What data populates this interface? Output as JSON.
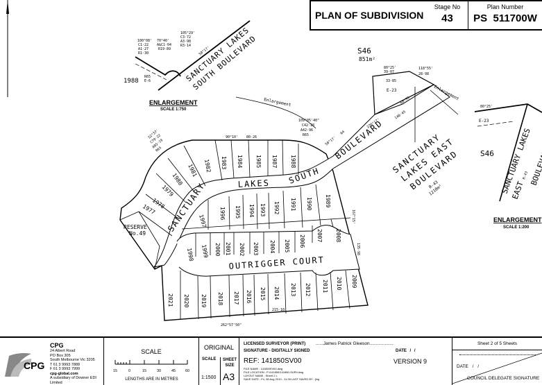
{
  "header": {
    "title": "PLAN OF SUBDIVISION",
    "stage_label": "Stage No",
    "stage_value": "43",
    "plan_label": "Plan Number",
    "plan_prefix": "PS",
    "plan_value": "511700W"
  },
  "plan": {
    "roads": {
      "slsb_word1": "SANCTUARY",
      "slsb_word2": "LAKES",
      "slsb_word3": "SOUTH",
      "slsb_word4": "BOULEVARD",
      "outrigger": "OUTRIGGER  COURT",
      "sleb_1": "SANCTUARY",
      "sleb_2": "LAKES EAST",
      "sleb_3": "BOULEVARD",
      "sleb_r": "R-43",
      "sleb_area": "1210m²"
    },
    "reserve_1": "RESERVE",
    "reserve_2": "No.49",
    "s46": "S46",
    "s46_area": "851m²",
    "e23": "E-23",
    "enlargement_arrow_1": "Enlargement",
    "enlargement_arrow_2": "Enlargement",
    "lots_upper": [
      "1977",
      "1978",
      "1979",
      "1980",
      "1981",
      "1982",
      "1983",
      "1984",
      "1985",
      "1987",
      "1988"
    ],
    "lots_middle": [
      "1997",
      "1996",
      "1995",
      "1994",
      "1993",
      "1992",
      "1991",
      "1990",
      "1989"
    ],
    "lots_court_north": [
      "1998",
      "1999",
      "2000",
      "2001",
      "2002",
      "2003",
      "2004",
      "2005",
      "2006",
      "2007",
      "2008"
    ],
    "lots_court_south": [
      "2021",
      "2020",
      "2019",
      "2018",
      "2017",
      "2016",
      "2015",
      "2014",
      "2013",
      "2012",
      "2011",
      "2010",
      "2009"
    ],
    "annotations": {
      "top_bearing": "90°10'",
      "top_dist": "80·26",
      "bottom_bearing": "262°57'50\"",
      "bottom_dist": "215·10",
      "right_bearing": "167°15'",
      "right_dist": "135·98",
      "curve_1": "109°05'40\"",
      "curve_2": "C42·18",
      "curve_3": "A42·96",
      "curve_4": "R65",
      "curve_a1": "52°37'",
      "curve_a2": "C79·22",
      "curve_a3": "A85·19",
      "curve_a4": "R65",
      "blvd_bearing": "50°17'",
      "blvd_dist": "64",
      "blvd_bearing_2": "230°17'",
      "s46_b1": "80°25'",
      "s46_d1": "39·07",
      "s46_d2": "33·85",
      "s46_b2": "118°55'",
      "s46_d3": "28·98",
      "s46_d4": "68·39",
      "s46_d5": "148·45"
    }
  },
  "enlargement_left": {
    "title": "ENLARGEMENT",
    "scale": "SCALE 1:750",
    "lot": "1988",
    "road_1": "SANCTUARY LAKES",
    "road_2": "SOUTH BOULEVARD",
    "r": "R65",
    "e": "E-6",
    "c1": "100°08'",
    "c2": "C1·22",
    "c3": "A1·27",
    "c4": "R1·30",
    "c5": "70°40'",
    "c6": "A&C1·04",
    "c7": "R19·89",
    "c8": "105°29'",
    "c9": "C3·72",
    "c10": "A3·98",
    "c11": "R3·14",
    "bearing": "50°17'"
  },
  "enlargement_right": {
    "title": "ENLARGEMENT",
    "scale": "SCALE 1:200",
    "s46": "S46",
    "e23": "E-23",
    "bearing": "80°25'",
    "road_1": "SANCTUARY LAKES",
    "road_2": "EAST",
    "road_3": "BOULEVARD",
    "r": "R-43"
  },
  "footer": {
    "company": "CPG",
    "address": [
      "24 Albert Road",
      "PO Box 305",
      "South Melbourne Vic 3205",
      "T 61 3 9993 7888",
      "F 61 3 9993 7999"
    ],
    "website": "cpg-global.com",
    "subsidiary": "A subsidiary of Downer EDI Limited",
    "scale_title": "SCALE",
    "scale_ticks": [
      "15",
      "0",
      "15",
      "30",
      "45",
      "60"
    ],
    "scale_note": "LENGTHS ARE IN METRES",
    "original_label": "ORIGINAL",
    "scale_label": "SCALE",
    "sheet_size_label": "SHEET SIZE",
    "scale_value": "1:1500",
    "sheet_size_value": "A3",
    "surveyor_label": "LICENSED SURVEYOR (PRINT)",
    "surveyor_name": "......James Patrick Gleeson...................",
    "signature_label": "SIGNATURE - DIGITALLY SIGNED",
    "date_label": "DATE   /   /",
    "ref": "REF: 141850SV00",
    "version": "VERSION 9",
    "file_name": "FILE NAME : 141850SV00.dwg",
    "file_location": "FILE LOCATION : P:\\141850\\141850-SURV.dwg",
    "layout_name": "LAYOUT NAME : Sheet 2 L",
    "save_date": "SAVE DATE : Fri, 08 Aug 2010 - 11:28 LAST SAVED BY : jlng",
    "sheet": "Sheet  2   of  5  Sheets",
    "council_date": "DATE     /     /",
    "council_sig": "COUNCIL DELEGATE SIGNATURE"
  }
}
